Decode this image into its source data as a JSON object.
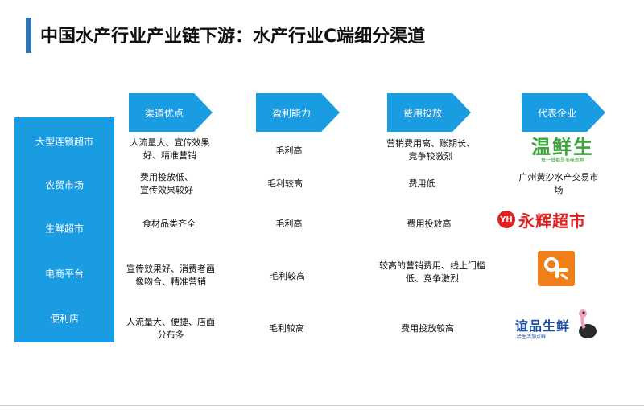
{
  "title": "中国水产行业产业链下游：水产行业C端细分渠道",
  "columns": [
    "渠道优点",
    "盈利能力",
    "费用投放",
    "代表企业"
  ],
  "rows": [
    {
      "label": "大型连锁超市",
      "advantage": "人流量大、宣传效果\n好、精准营销",
      "profit": "毛利高",
      "cost": "营销费用高、账期长、\n竞争较激烈"
    },
    {
      "label": "农贸市场",
      "advantage": "费用投放低、\n宣传效果较好",
      "profit": "毛利较高",
      "cost": "费用低",
      "company": "广州黄沙水产交易市场"
    },
    {
      "label": "生鲜超市",
      "advantage": "食材品类齐全",
      "profit": "毛利高",
      "cost": "费用投放高"
    },
    {
      "label": "电商平台",
      "advantage": "宣传效果好、消费者画\n像吻合、精准营销",
      "profit": "毛利较高",
      "cost": "较高的营销费用、线上门槛\n低、竞争激烈"
    },
    {
      "label": "便利店",
      "advantage": "人流量大、便捷、店面\n分布多",
      "profit": "毛利较高",
      "cost": "费用投放较高"
    }
  ],
  "logos": {
    "wenxiansheng": {
      "name": "温鲜生",
      "tagline": "每一餐都是美味新鲜"
    },
    "yonghui": {
      "badge": "YH",
      "name": "永辉超市"
    },
    "dingding": {
      "glyph": "9",
      "brand_color": "#f07f1a"
    },
    "yipin": {
      "name": "谊品生鲜",
      "tagline": "给生活加点鲜"
    }
  },
  "colors": {
    "accent": "#1a9ce2",
    "title_bar": "#2e76b6",
    "wenxiansheng": "#3aa33a",
    "yonghui": "#e02020"
  }
}
